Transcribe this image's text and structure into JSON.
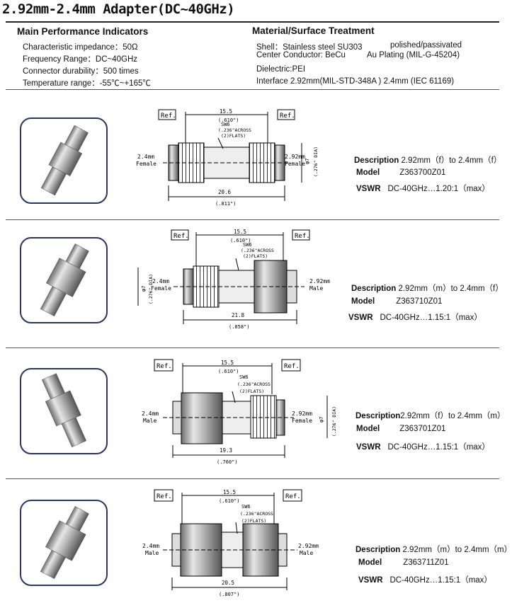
{
  "title": "2.92mm-2.4mm Adapter(DC~40GHz)",
  "performance": {
    "heading": "Main Performance Indicators",
    "lines": [
      "Characteristic impedance：50Ω",
      "Frequency Range：DC~40GHz",
      "Connector durability：500 times",
      "Temperature range：-55℃~+165℃"
    ]
  },
  "material": {
    "heading": "Material/Surface Treatment",
    "shell": "Shell：Stainless steel SU303",
    "shell_finish": "polished/passivated",
    "center": "Center Conductor: BeCu",
    "center_finish": "Au Plating (MIL-G-45204)",
    "dielectric": "Dielectric:PEI",
    "interface": "Interface  2.92mm(MIL-STD-348A ) 2.4mm (IEC 61169)"
  },
  "labels": {
    "description": "Description",
    "model": "Model",
    "vswr": "VSWR"
  },
  "drawing_common": {
    "ref": "Ref.",
    "width_mm": "15.5",
    "width_in": "(.610\")",
    "sw": "SW6",
    "across": "(.236\"ACROSS",
    "flats": "(2)FLATS)",
    "dia_mm": "φ7",
    "dia_in": "(.276\" DIA)"
  },
  "products": [
    {
      "description": "2.92mm（f）to 2.4mm（f）",
      "model": "Z363700Z01",
      "vswr": "DC-40GHz…1.20:1（max）",
      "left_size": "2.4mm",
      "left_gender": "Female",
      "right_size": "2.92mm",
      "right_gender": "Female",
      "length_mm": "20.6",
      "length_in": "(.811\")"
    },
    {
      "description": "2.92mm（m）to 2.4mm（f）",
      "model": "Z363710Z01",
      "vswr": "DC-40GHz…1.15:1（max）",
      "left_size": "2.4mm",
      "left_gender": "Female",
      "right_size": "2.92mm",
      "right_gender": "Male",
      "length_mm": "21.8",
      "length_in": "(.858\")"
    },
    {
      "description": "2.92mm（f）to 2.4mm（m）",
      "model": "Z363701Z01",
      "vswr": "DC-40GHz…1.15:1（max）",
      "left_size": "2.4mm",
      "left_gender": "Male",
      "right_size": "2.92mm",
      "right_gender": "Female",
      "length_mm": "19.3",
      "length_in": "(.760\")"
    },
    {
      "description": "2.92mm（m）to 2.4mm（m）",
      "model": "Z363711Z01",
      "vswr": "DC-40GHz…1.15:1（max）",
      "left_size": "2.4mm",
      "left_gender": "Male",
      "right_size": "2.92mm",
      "right_gender": "Male",
      "length_mm": "20.5",
      "length_in": "(.807\")"
    }
  ]
}
